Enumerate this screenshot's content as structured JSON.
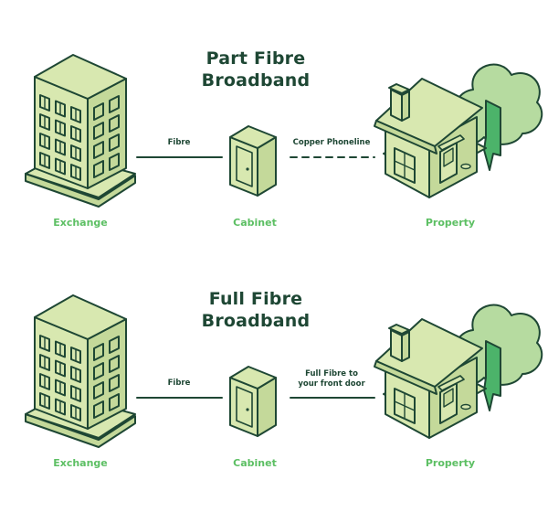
{
  "colors": {
    "outline": "#1e4734",
    "building_fill": "#d8e8b0",
    "building_shade": "#c4d99a",
    "tree_fill": "#b6dba0",
    "tree_dark": "#4cb36a",
    "label_green": "#5cbf63"
  },
  "panels": [
    {
      "title_line1": "Part Fibre",
      "title_line2": "Broadband",
      "exchange_label": "Exchange",
      "cabinet_label": "Cabinet",
      "property_label": "Property",
      "link1_label": "Fibre",
      "link2_label_line1": "Copper Phoneline",
      "link2_label_line2": "",
      "link2_style": "dashed"
    },
    {
      "title_line1": "Full Fibre",
      "title_line2": "Broadband",
      "exchange_label": "Exchange",
      "cabinet_label": "Cabinet",
      "property_label": "Property",
      "link1_label": "Fibre",
      "link2_label_line1": "Full Fibre to",
      "link2_label_line2": "your front door",
      "link2_style": "solid"
    }
  ]
}
